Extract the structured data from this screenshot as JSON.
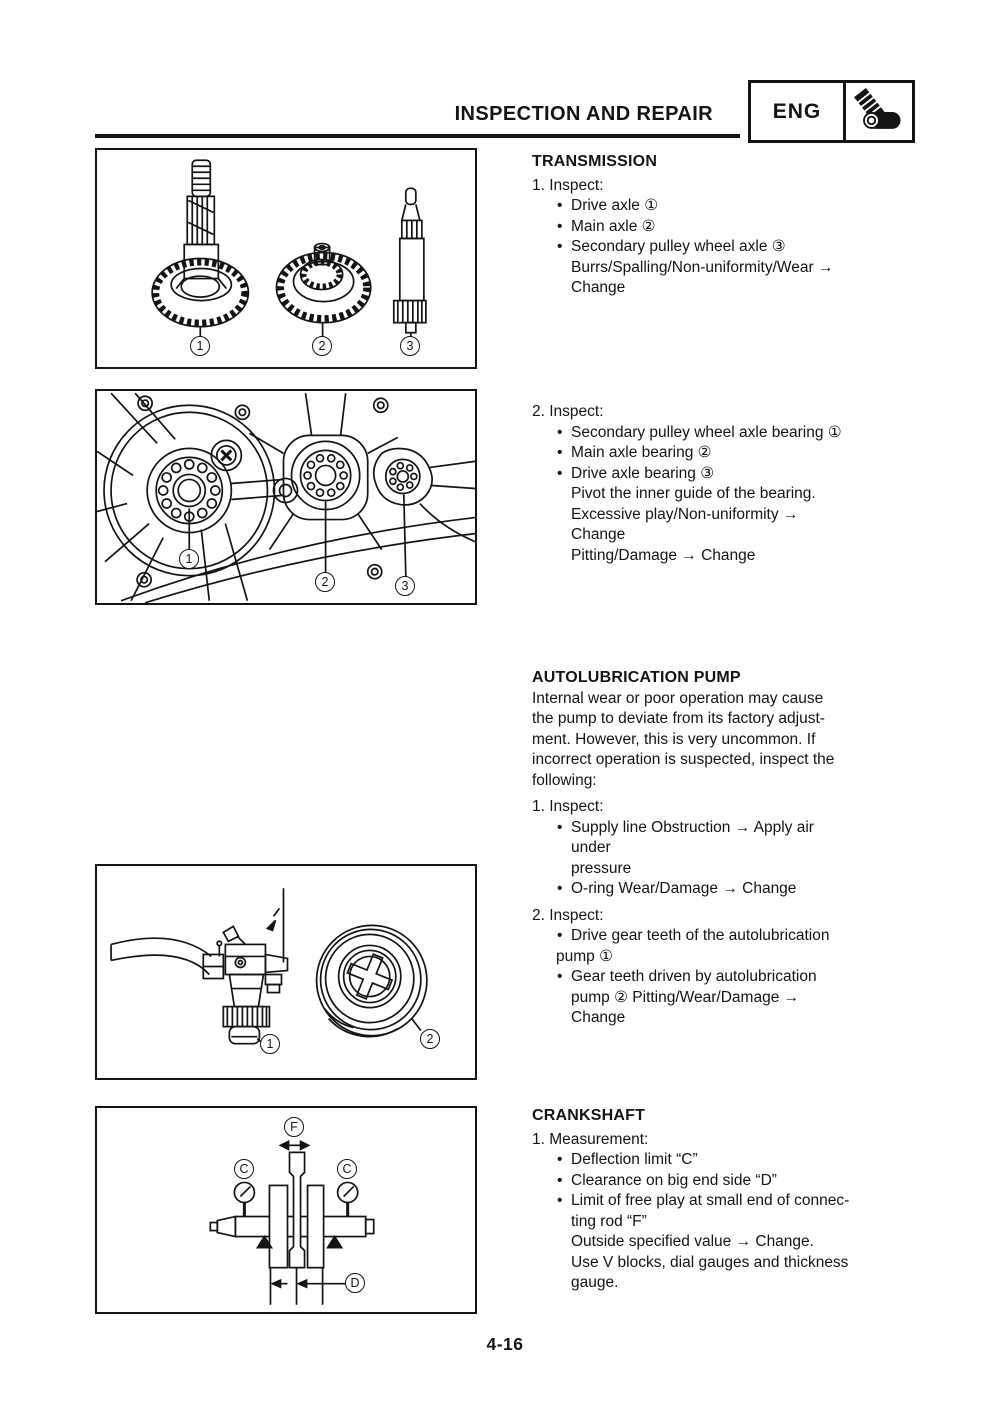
{
  "header": {
    "title": "INSPECTION AND REPAIR",
    "badge": "ENG",
    "icon": "engine-icon"
  },
  "footer": {
    "page_number": "4-16"
  },
  "content": {
    "transmission": {
      "heading": "TRANSMISSION",
      "step1_label": "1. Inspect:",
      "step1_bullets": [
        {
          "lines": [
            "Drive axle ①"
          ]
        },
        {
          "lines": [
            "Main axle ②"
          ]
        },
        {
          "lines": [
            "Secondary pulley wheel axle ③",
            "Burrs/Spalling/Non-uniformity/Wear →",
            "Change"
          ]
        }
      ],
      "step2_label": "2. Inspect:",
      "step2_bullets": [
        {
          "lines": [
            "Secondary pulley wheel axle bearing ①"
          ]
        },
        {
          "lines": [
            "Main axle bearing ②"
          ]
        },
        {
          "lines": [
            "Drive axle bearing ③",
            "Pivot the inner guide of the bearing.",
            "Excessive play/Non-uniformity →",
            "Change",
            "Pitting/Damage → Change"
          ]
        }
      ]
    },
    "autolubrication": {
      "heading": "AUTOLUBRICATION PUMP",
      "intro_lines": [
        "Internal wear or poor operation may cause",
        "the pump to deviate from its factory adjust-",
        "ment. However, this is very uncommon. If",
        "incorrect operation is suspected, inspect the",
        "following:"
      ],
      "step1_label": "1. Inspect:",
      "step1_bullets": [
        {
          "lines": [
            "Supply line Obstruction → Apply air",
            "under",
            "pressure"
          ]
        },
        {
          "lines": [
            "O-ring Wear/Damage → Change"
          ]
        }
      ],
      "step2_label": "2. Inspect:",
      "step2_bullets": [
        {
          "lines": [
            "Drive gear teeth of the autolubrication",
            "pump ①"
          ]
        },
        {
          "lines": [
            "Gear teeth driven by autolubrication",
            "pump ② Pitting/Wear/Damage →",
            "Change"
          ]
        }
      ]
    },
    "crankshaft": {
      "heading": "CRANKSHAFT",
      "step1_label": "1. Measurement:",
      "step1_bullets": [
        {
          "lines": [
            "Deflection limit “C”"
          ]
        },
        {
          "lines": [
            "Clearance on big end side “D”"
          ]
        },
        {
          "lines": [
            "Limit of free play at small end of connec-",
            "ting rod “F”",
            "Outside specified value → Change.",
            "Use V blocks, dial gauges and thickness",
            "gauge."
          ]
        }
      ]
    }
  },
  "figures": {
    "axles": {
      "callouts": [
        "1",
        "2",
        "3"
      ]
    },
    "bearings": {
      "callouts": [
        "1",
        "2",
        "3"
      ]
    },
    "pump": {
      "callouts": [
        "1",
        "2"
      ]
    },
    "crank_diagram": {
      "labels": [
        "F",
        "C",
        "C",
        "D"
      ]
    }
  }
}
